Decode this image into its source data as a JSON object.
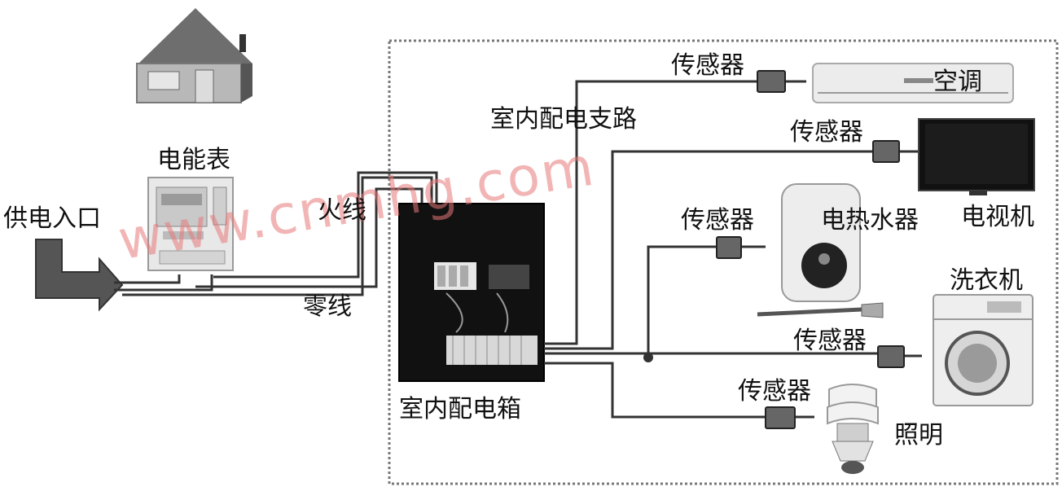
{
  "labels": {
    "power_inlet": "供电入口",
    "meter": "电能表",
    "live_wire": "火线",
    "neutral_wire": "零线",
    "distribution_box": "室内配电箱",
    "branch_circuit": "室内配电支路",
    "sensor": "传感器",
    "air_conditioner": "空调",
    "tv": "电视机",
    "water_heater": "电热水器",
    "washing_machine": "洗衣机",
    "lighting": "照明"
  },
  "watermark": "www.cnmhg.com",
  "icons": [
    "house-icon",
    "electric-meter-icon",
    "arrow-icon",
    "distribution-box-icon",
    "sensor-icon",
    "air-conditioner-icon",
    "tv-icon",
    "water-heater-icon",
    "washing-machine-icon",
    "light-bulb-icon"
  ]
}
